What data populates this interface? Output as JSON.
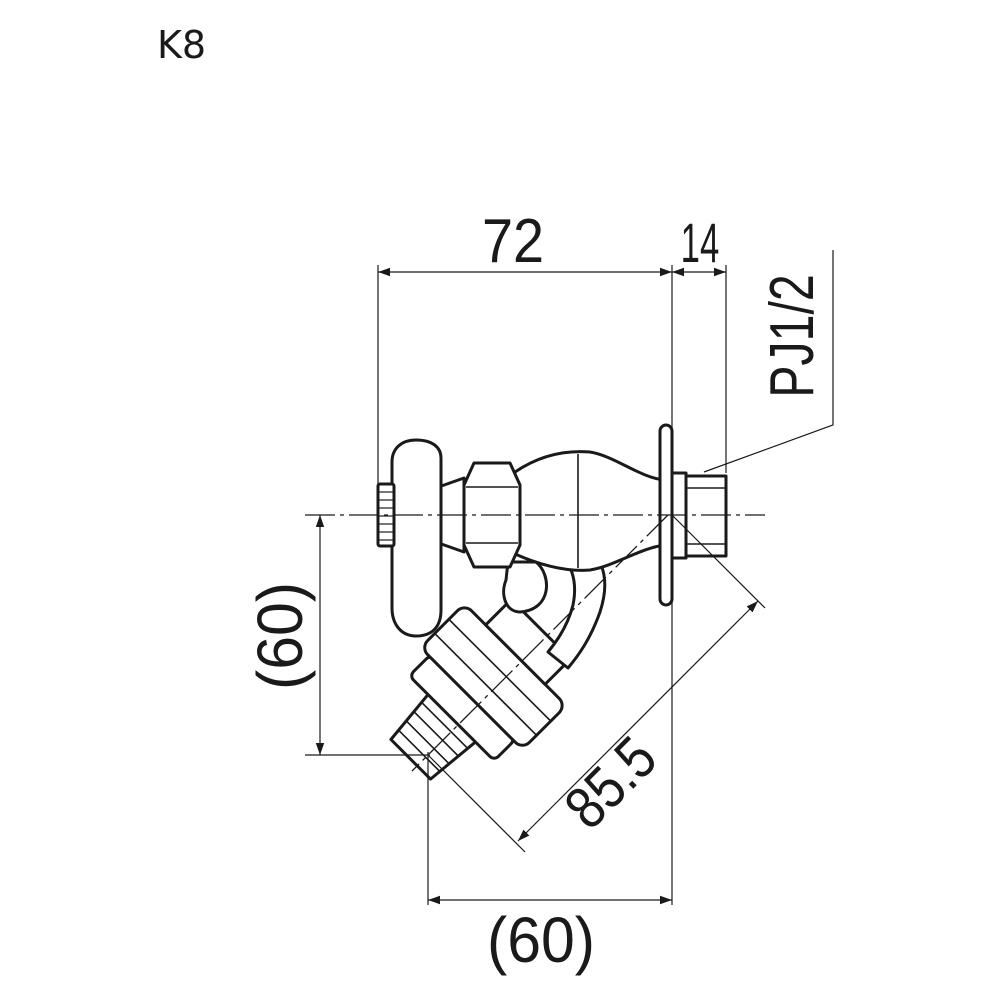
{
  "model": "K8",
  "dimensions": {
    "overall_length": "72",
    "thread_length": "14",
    "thread_spec": "PJ1/2",
    "vertical_drop": "(60)",
    "horizontal_offset": "(60)",
    "diagonal_length": "85.5"
  },
  "colors": {
    "line": "#1a1a1a",
    "background": "#ffffff"
  }
}
